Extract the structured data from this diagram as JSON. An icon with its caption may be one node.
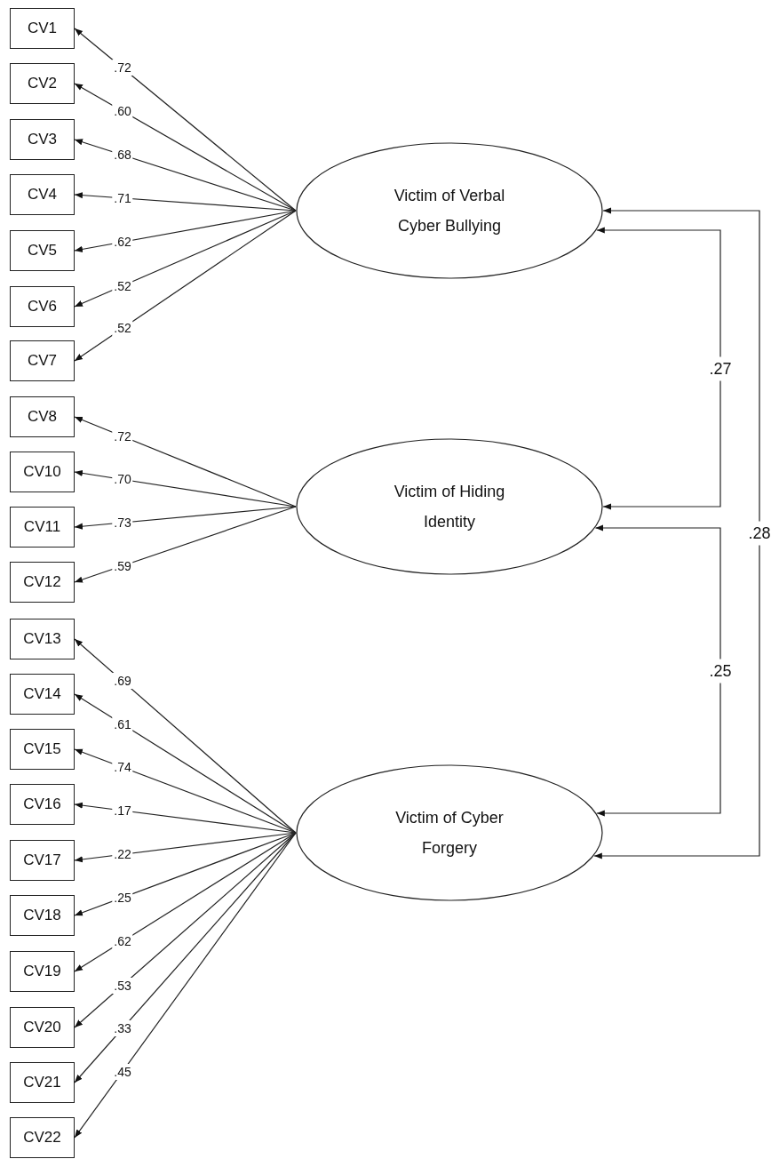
{
  "diagram": {
    "nodes": [
      {
        "text": [
          "CV1"
        ]
      },
      {
        "text": [
          "CV2"
        ]
      },
      {
        "text": [
          "CV3"
        ]
      },
      {
        "text": [
          "CV4"
        ]
      },
      {
        "text": [
          "CV5"
        ]
      },
      {
        "text": [
          "CV6"
        ]
      },
      {
        "text": [
          "CV7"
        ]
      },
      {
        "text": [
          "CV8"
        ]
      },
      {
        "text": [
          "CV10"
        ]
      },
      {
        "text": [
          "CV11"
        ]
      },
      {
        "text": [
          "CV12"
        ]
      },
      {
        "text": [
          "CV13"
        ]
      },
      {
        "text": [
          "CV14"
        ]
      },
      {
        "text": [
          "CV15"
        ]
      },
      {
        "text": [
          "CV16"
        ]
      },
      {
        "text": [
          "CV17"
        ]
      },
      {
        "text": [
          "CV18"
        ]
      },
      {
        "text": [
          "CV19"
        ]
      },
      {
        "text": [
          "CV20"
        ]
      },
      {
        "text": [
          "CV21"
        ]
      },
      {
        "text": [
          "CV22"
        ]
      },
      {
        "text": [
          "Victim of Verbal Cyber Bullying"
        ]
      },
      {
        "text": [
          "Victim of Hiding Identity"
        ]
      },
      {
        "text": [
          "Victim of Cyber Forgery"
        ]
      }
    ],
    "edges": [
      {
        "from": 21,
        "to": 0,
        "arrow": "to",
        "label": ".72"
      },
      {
        "from": 21,
        "to": 1,
        "arrow": "to",
        "label": ".60"
      },
      {
        "from": 21,
        "to": 2,
        "arrow": "to",
        "label": ".68"
      },
      {
        "from": 21,
        "to": 3,
        "arrow": "to",
        "label": ".71"
      },
      {
        "from": 21,
        "to": 4,
        "arrow": "to",
        "label": ".62"
      },
      {
        "from": 21,
        "to": 5,
        "arrow": "to",
        "label": ".52"
      },
      {
        "from": 21,
        "to": 6,
        "arrow": "to",
        "label": ".52"
      },
      {
        "from": 22,
        "to": 7,
        "arrow": "to",
        "label": ".72"
      },
      {
        "from": 22,
        "to": 8,
        "arrow": "to",
        "label": ".70"
      },
      {
        "from": 22,
        "to": 9,
        "arrow": "to",
        "label": ".73"
      },
      {
        "from": 22,
        "to": 10,
        "arrow": "to",
        "label": ".59"
      },
      {
        "from": 23,
        "to": 11,
        "arrow": "to",
        "label": ".69"
      },
      {
        "from": 23,
        "to": 12,
        "arrow": "to",
        "label": ".61"
      },
      {
        "from": 23,
        "to": 13,
        "arrow": "to",
        "label": ".74"
      },
      {
        "from": 23,
        "to": 14,
        "arrow": "to",
        "label": ".17"
      },
      {
        "from": 23,
        "to": 15,
        "arrow": "to",
        "label": ".22"
      },
      {
        "from": 23,
        "to": 16,
        "arrow": "to",
        "label": ".25"
      },
      {
        "from": 23,
        "to": 17,
        "arrow": "to",
        "label": ".62"
      },
      {
        "from": 23,
        "to": 18,
        "arrow": "to",
        "label": ".53"
      },
      {
        "from": 23,
        "to": 19,
        "arrow": "to",
        "label": ".33"
      },
      {
        "from": 23,
        "to": 20,
        "arrow": "to",
        "label": ".45"
      },
      {
        "from": 21,
        "to": 22,
        "arrow": "both",
        "label": ".27"
      },
      {
        "from": 22,
        "to": 23,
        "arrow": "both",
        "label": ".25"
      },
      {
        "from": 21,
        "to": 23,
        "arrow": "both",
        "label": ".28"
      }
    ]
  }
}
